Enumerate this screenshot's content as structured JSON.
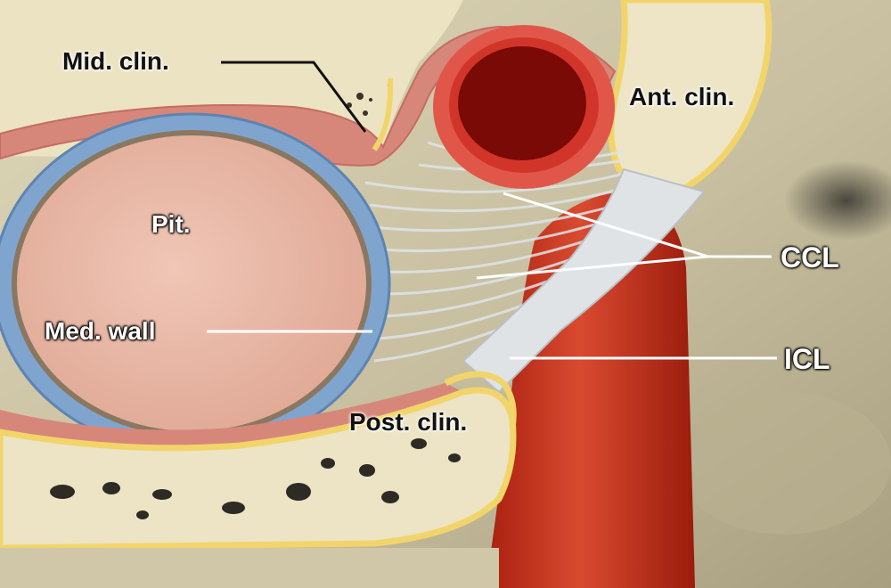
{
  "labels": {
    "mid_clin": "Mid. clin.",
    "ant_clin": "Ant. clin.",
    "pit": "Pit.",
    "med_wall": "Med. wall",
    "ccl": "CCL",
    "icl": "ICL",
    "post_clin": "Post. clin."
  },
  "colors": {
    "background": "#c9c2a6",
    "bone": "#efe8c8",
    "bone_rim": "#f2d56a",
    "dura": "#d98b7e",
    "pituitary": "#e9b8a8",
    "medial_wall": "#7fa5cf",
    "carotid": "#c8321f",
    "carotid_lumen": "#7a0a06",
    "ligament": "#d7dde2"
  }
}
